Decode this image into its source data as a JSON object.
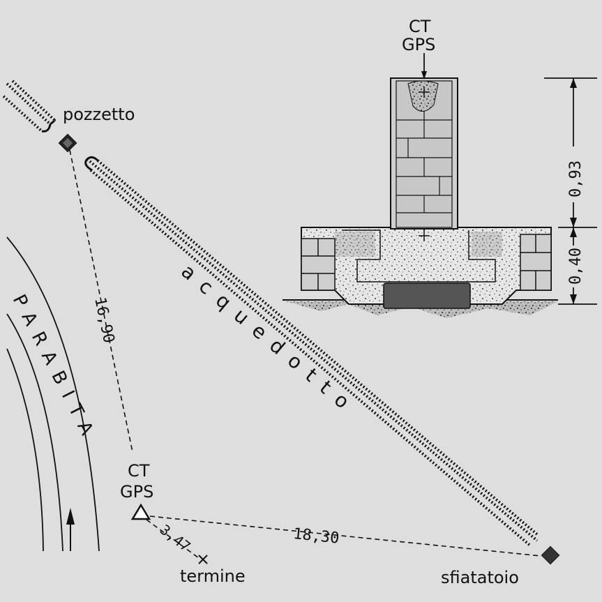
{
  "labels": {
    "pozzetto": "pozzetto",
    "acquedotto": "acquedotto",
    "road_name": "PARABITA",
    "sfiatatoio": "sfiatatoio",
    "termine": "termine",
    "ct": "CT",
    "gps": "GPS",
    "ct_top": "CT",
    "gps_top": "GPS"
  },
  "dimensions": {
    "pozzetto_to_station": "16,90",
    "station_to_sfiatatoio": "18,30",
    "station_to_termine": "3,47",
    "pillar_height": "0,93",
    "base_height": "0,40"
  },
  "colors": {
    "paper": "#dedede",
    "ink": "#111111",
    "brick": "#c8c8c8",
    "concrete": "#e4e4e4",
    "dark_block": "#555555"
  }
}
